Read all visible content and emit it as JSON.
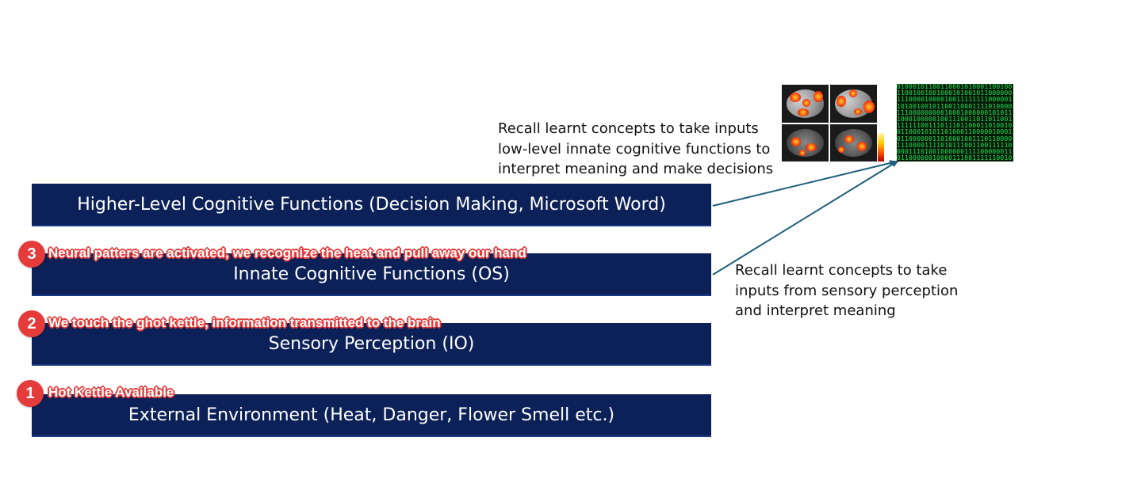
{
  "layers": [
    {
      "label": "Higher-Level Cognitive Functions (Decision Making, Microsoft Word)"
    },
    {
      "label": "Innate Cognitive Functions (OS)"
    },
    {
      "label": "Sensory Perception (IO)"
    },
    {
      "label": "External Environment (Heat, Danger, Flower Smell etc.)"
    }
  ],
  "steps": [
    {
      "number": "3",
      "text": "Neural patters are activated, we recognize the heat and pull away our hand"
    },
    {
      "number": "2",
      "text": "We touch the ghot kettle, information transmitted to the brain"
    },
    {
      "number": "1",
      "text": "Hot Kettle Available"
    }
  ],
  "notes": {
    "top": [
      "Recall learnt concepts to take inputs",
      "low-level innate cognitive functions to",
      "interpret meaning and make decisions"
    ],
    "right": [
      "Recall learnt concepts to take",
      "inputs from sensory perception",
      "and interpret meaning"
    ]
  },
  "images": {
    "brain_scan": "brain-activation-scan-image",
    "binary_code": "green-binary-code-image"
  },
  "colors": {
    "layer_fill": "#0c2157",
    "badge": "#e63b3b",
    "arrow": "#1d5f7a",
    "binary_text": "#27e05a"
  }
}
